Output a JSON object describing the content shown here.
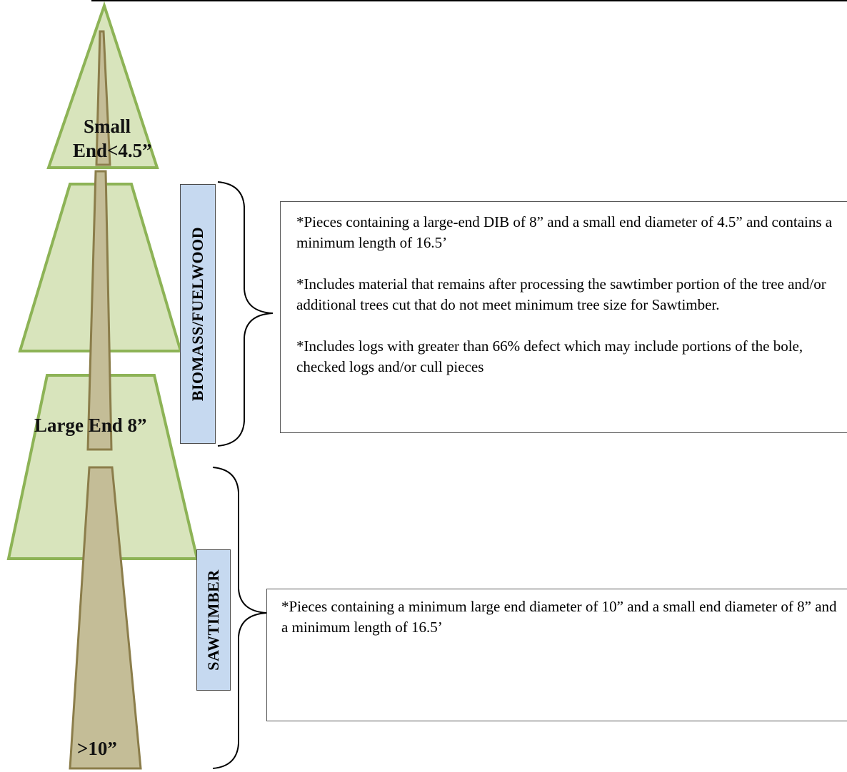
{
  "labels": {
    "small_end": "Small End<4.5”",
    "large_end": "Large End 8”",
    "base": ">10”"
  },
  "sections": {
    "biomass": {
      "title": "BIOMASS/FUELWOOD",
      "notes": [
        "*Pieces containing a large-end DIB of 8” and a small end diameter of 4.5” and contains a minimum length of  16.5’",
        "*Includes material that remains after processing the sawtimber portion of the tree and/or additional trees cut that do  not meet minimum tree size for Sawtimber.",
        "*Includes logs with greater than 66% defect which may include portions of the bole, checked logs and/or cull pieces"
      ]
    },
    "sawtimber": {
      "title": "SAWTIMBER",
      "notes": [
        "*Pieces containing a minimum large end diameter of 10” and a small end diameter of 8” and a minimum length of 16.5’"
      ]
    }
  },
  "colors": {
    "foliage_fill": "#d8e4bc",
    "foliage_stroke": "#8db356",
    "trunk_fill": "#c4bd97",
    "trunk_stroke": "#8b7d4a",
    "label_box": "#c6d9f0"
  }
}
